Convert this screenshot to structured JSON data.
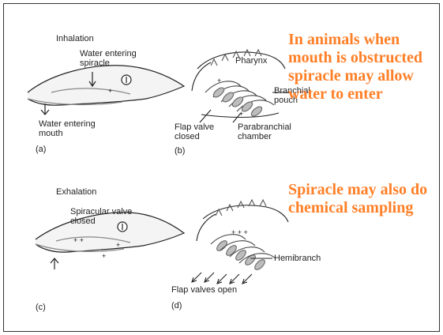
{
  "panels": {
    "a": {
      "caption": "(a)",
      "title": "Inhalation",
      "labels": {
        "spiracle": "Water entering\nspiracle",
        "mouth": "Water entering\nmouth"
      }
    },
    "b": {
      "caption": "(b)",
      "labels": {
        "pharynx": "Pharynx",
        "branchial": "Branchial\npouch",
        "flap": "Flap valve\nclosed",
        "parabranchial": "Parabranchial\nchamber"
      }
    },
    "c": {
      "caption": "(c)",
      "title": "Exhalation",
      "labels": {
        "spiracular": "Spiracular valve\nclosed"
      }
    },
    "d": {
      "caption": "(d)",
      "labels": {
        "hemibranch": "Hemibranch",
        "flaps_open": "Flap valves open"
      }
    }
  },
  "notes": {
    "first": "In animals when mouth is obstructed spiracle may allow water to enter",
    "second": "Spiracle may also do chemical sampling"
  },
  "colors": {
    "note": "#ff7f27",
    "ink": "#222222",
    "shade": "#bdbdbd"
  }
}
